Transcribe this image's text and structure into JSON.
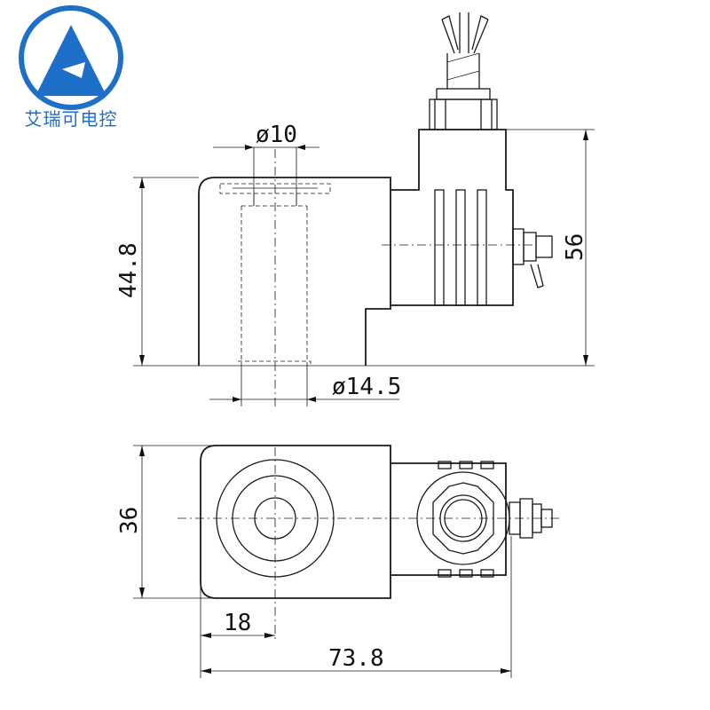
{
  "brand": {
    "name": "艾瑞可电控",
    "color": "#1e6fc8"
  },
  "dimensions": {
    "bore_diameter": "ø10",
    "height": "44.8",
    "total_height": "56",
    "tube_diameter": "ø14.5",
    "width": "36",
    "center_offset": "18",
    "total_length": "73.8"
  }
}
